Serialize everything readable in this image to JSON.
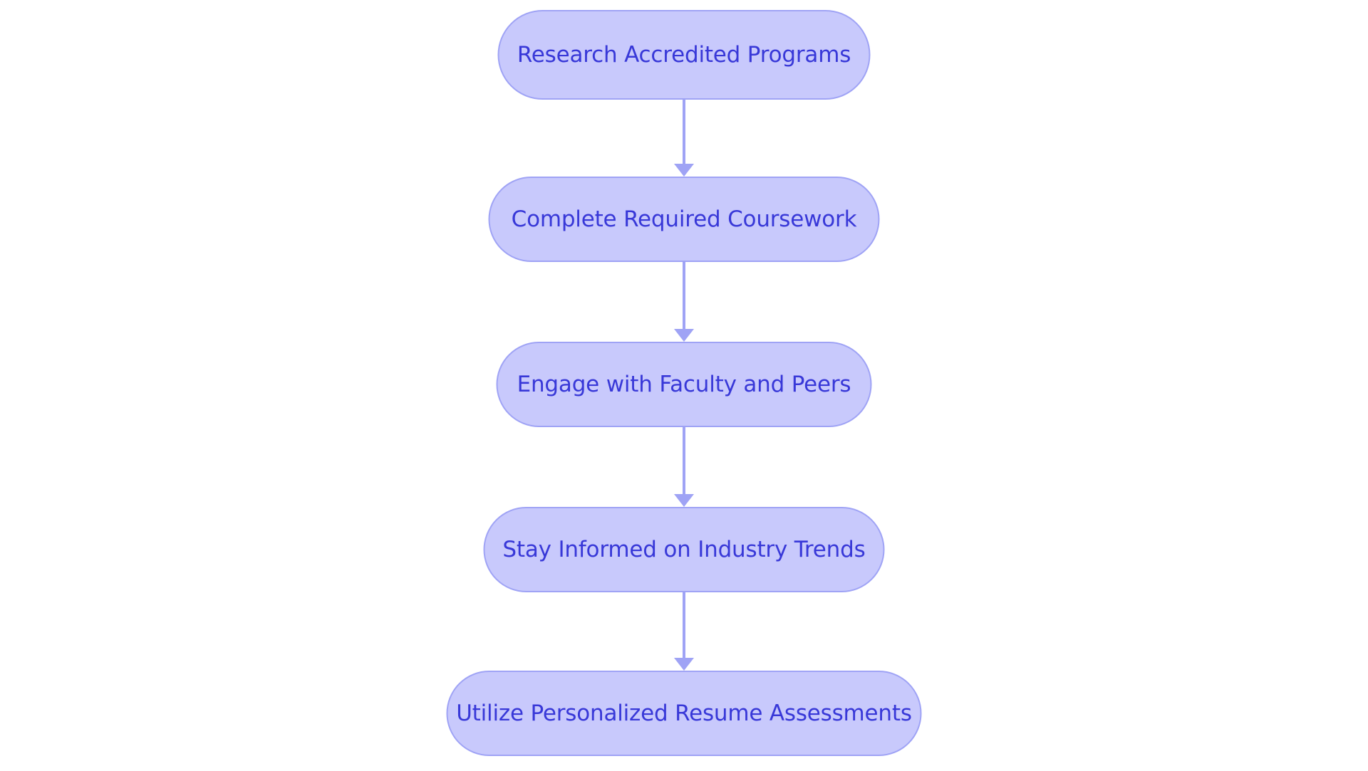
{
  "diagram": {
    "type": "flowchart",
    "orientation": "top-to-bottom",
    "background_color": "#ffffff",
    "node_fill_color": "#c8c9fc",
    "node_border_color": "#9fa3f5",
    "node_text_color": "#3838d8",
    "connector_color": "#9fa3f5",
    "nodes": [
      {
        "id": "node-0",
        "label": "Research Accredited Programs"
      },
      {
        "id": "node-1",
        "label": "Complete Required Coursework"
      },
      {
        "id": "node-2",
        "label": "Engage with Faculty and Peers"
      },
      {
        "id": "node-3",
        "label": "Stay Informed on Industry Trends"
      },
      {
        "id": "node-4",
        "label": "Utilize Personalized Resume Assessments"
      }
    ],
    "connectors": [
      {
        "id": "arrow-0",
        "from": "node-0",
        "to": "node-1",
        "marker": "arrowhead-down-icon"
      },
      {
        "id": "arrow-1",
        "from": "node-1",
        "to": "node-2",
        "marker": "arrowhead-down-icon"
      },
      {
        "id": "arrow-2",
        "from": "node-2",
        "to": "node-3",
        "marker": "arrowhead-down-icon"
      },
      {
        "id": "arrow-3",
        "from": "node-3",
        "to": "node-4",
        "marker": "arrowhead-down-icon"
      }
    ]
  }
}
